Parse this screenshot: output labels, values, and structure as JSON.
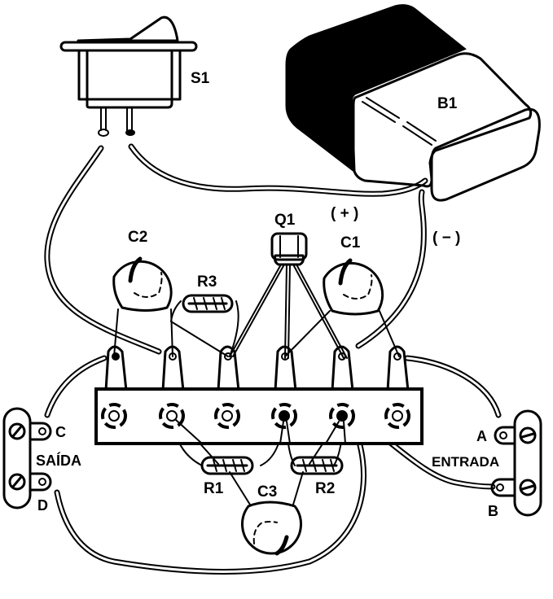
{
  "diagram": {
    "type": "wiring-layout",
    "description": "Component assembly on a 6-terminal strip with switch, 9V battery, input and output screw terminals",
    "colors": {
      "ink": "#000000",
      "paper": "#ffffff"
    },
    "components": {
      "switch": {
        "label": "S1"
      },
      "battery": {
        "label": "B1",
        "positive_label": "( + )",
        "negative_label": "( − )"
      },
      "transistor": {
        "label": "Q1"
      },
      "capacitors": [
        {
          "id": "c1",
          "label": "C1"
        },
        {
          "id": "c2",
          "label": "C2"
        },
        {
          "id": "c3",
          "label": "C3"
        }
      ],
      "resistors": [
        {
          "id": "r1",
          "label": "R1"
        },
        {
          "id": "r2",
          "label": "R2"
        },
        {
          "id": "r3",
          "label": "R3"
        }
      ]
    },
    "terminal_strip": {
      "terminal_count": 6
    },
    "output_block": {
      "title": "SAÍDA",
      "terminals": [
        {
          "label": "C"
        },
        {
          "label": "D"
        }
      ]
    },
    "input_block": {
      "title": "ENTRADA",
      "terminals": [
        {
          "label": "A"
        },
        {
          "label": "B"
        }
      ]
    }
  }
}
